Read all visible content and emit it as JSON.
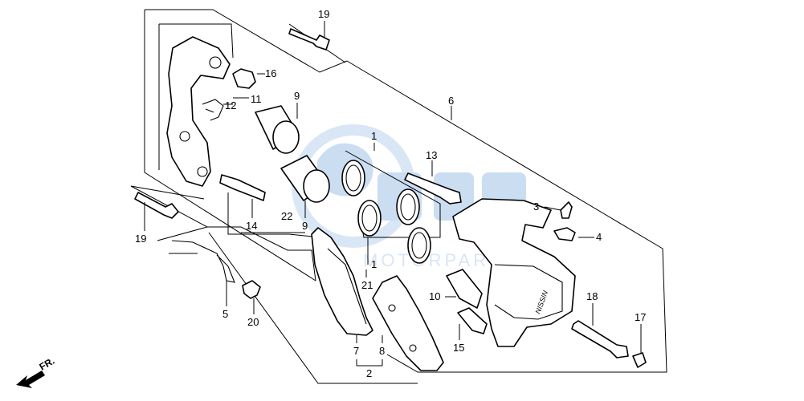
{
  "diagram": {
    "callouts": [
      "19",
      "16",
      "12",
      "11",
      "9",
      "6",
      "1",
      "13",
      "3",
      "4",
      "19",
      "14",
      "22",
      "9",
      "21",
      "1",
      "10",
      "18",
      "17",
      "5",
      "20",
      "7",
      "8",
      "2",
      "15"
    ],
    "direction_label": "FR.",
    "watermark": {
      "text": "MOTORPARTS",
      "color": "#9fc3e6"
    },
    "caliper_brand": "NISSIN"
  }
}
